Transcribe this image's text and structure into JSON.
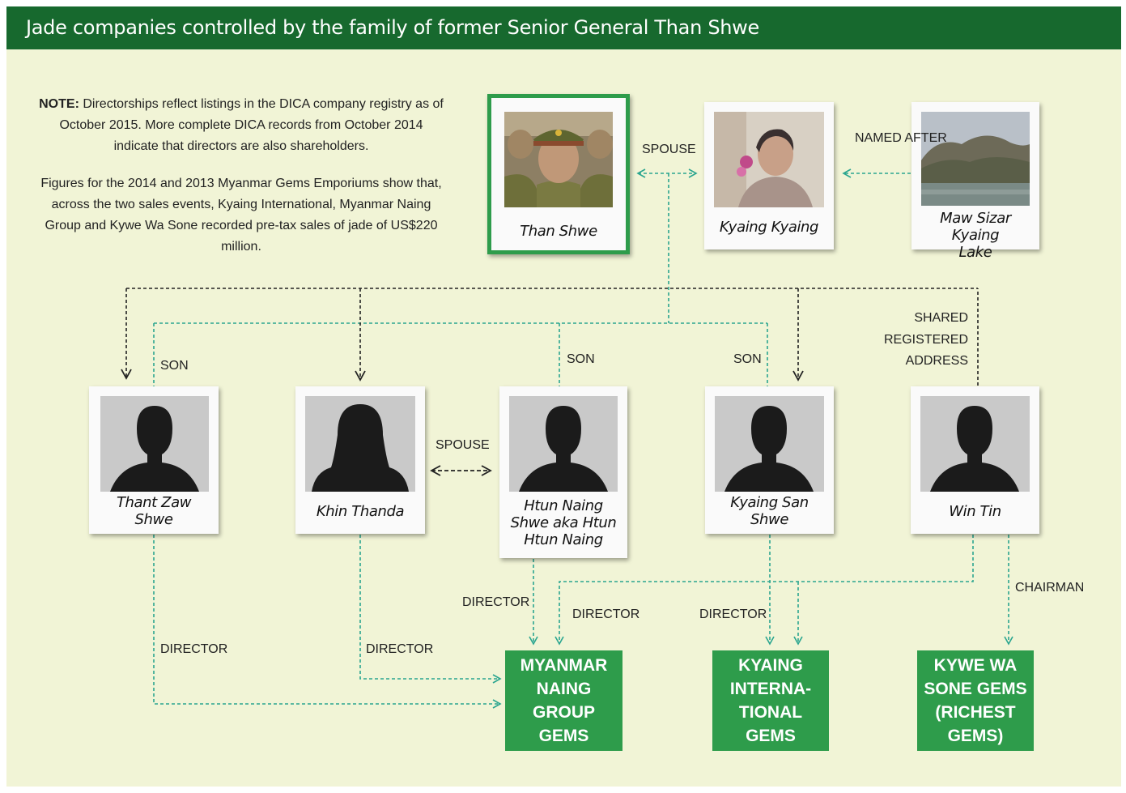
{
  "title": "Jade companies controlled by the family of former Senior General Than Shwe",
  "note": {
    "label": "NOTE:",
    "text1": "Directorships reflect listings in the DICA company registry as of October 2015. More complete DICA records from October 2014 indicate that directors are also shareholders.",
    "text2": "Figures for the 2014 and 2013 Myanmar Gems Emporiums show that, across the two sales events, Kyaing International, Myanmar Naing Group and Kywe Wa Sone recorded pre-tax sales of jade of US$220 million."
  },
  "people": {
    "than_shwe": "Than Shwe",
    "kyaing_kyaing": "Kyaing Kyaing",
    "maw_sizar": "Maw Sizar Kyaing Lake",
    "thant_zaw": "Thant Zaw Shwe",
    "khin_thanda": "Khin Thanda",
    "htun_naing": "Htun Naing Shwe aka Htun Htun Naing",
    "kyaing_san": "Kyaing San Shwe",
    "win_tin": "Win Tin"
  },
  "labels": {
    "spouse_top": "SPOUSE",
    "named_after": "NAMED AFTER",
    "son1": "SON",
    "son2": "SON",
    "son3": "SON",
    "shared_address": "SHARED REGISTERED ADDRESS",
    "spouse_mid": "SPOUSE",
    "director1": "DIRECTOR",
    "director2": "DIRECTOR",
    "director3": "DIRECTOR",
    "director4": "DIRECTOR",
    "director5": "DIRECTOR",
    "chairman": "CHAIRMAN"
  },
  "companies": {
    "mng": "MYANMAR NAING GROUP GEMS",
    "kyaing_intl": "KYAING INTERNA- TIONAL GEMS",
    "kywe_wa": "KYWE WA SONE GEMS (RICHEST GEMS)"
  },
  "colors": {
    "header": "#17692e",
    "background": "#f1f4d6",
    "company_box": "#2e9c4b",
    "teal_line": "#2aa58f",
    "black_line": "#222222"
  }
}
